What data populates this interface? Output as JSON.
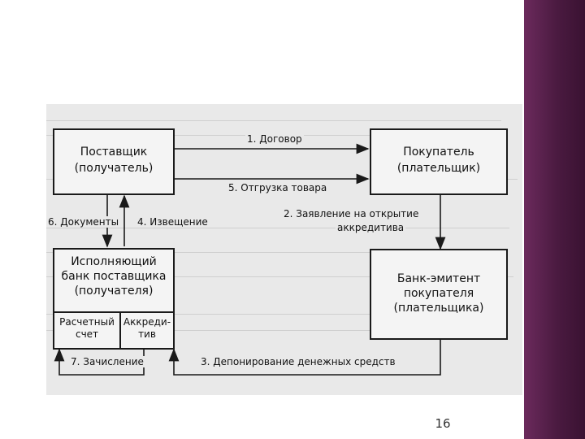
{
  "diagram": {
    "nodes": {
      "supplier": {
        "line1": "Поставщик",
        "line2": "(получатель)"
      },
      "buyer": {
        "line1": "Покупатель",
        "line2": "(плательщик)"
      },
      "executing_bank": {
        "line1": "Исполняющий",
        "line2": "банк поставщика",
        "line3": "(получателя)"
      },
      "settlement_account": {
        "line1": "Расчетный",
        "line2": "счет"
      },
      "letter_of_credit": {
        "line1": "Аккреди-",
        "line2": "тив"
      },
      "issuing_bank": {
        "line1": "Банк-эмитент",
        "line2": "покупателя",
        "line3": "(плательщика)"
      }
    },
    "flows": {
      "f1": "1. Договор",
      "f2_line1": "2. Заявление на открытие",
      "f2_line2": "аккредитива",
      "f3": "3. Депонирование денежных средств",
      "f4": "4. Извещение",
      "f5": "5. Отгрузка товара",
      "f6": "6. Документы",
      "f7": "7. Зачисление"
    }
  },
  "slide": {
    "page_number": "16"
  },
  "colors": {
    "accent_bar": "#4a1a40",
    "line": "#1a1a1a",
    "paper": "#e9e9e9"
  }
}
